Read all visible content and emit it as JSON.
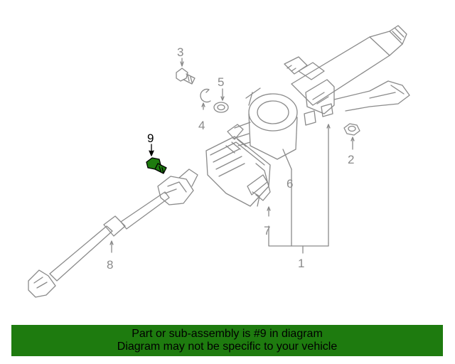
{
  "callouts": {
    "c1": "1",
    "c2": "2",
    "c3": "3",
    "c4": "4",
    "c5": "5",
    "c6": "6",
    "c7": "7",
    "c8": "8",
    "c9": "9"
  },
  "highlight_part": "9",
  "colors": {
    "line": "#8a8a8a",
    "highlight": "#1e7b0f",
    "banner_bg": "#1e7b0f",
    "banner_text": "#000000"
  },
  "banner": {
    "line1": "Part or sub-assembly is #9 in diagram",
    "line2": "Diagram may not be specific to your vehicle"
  }
}
